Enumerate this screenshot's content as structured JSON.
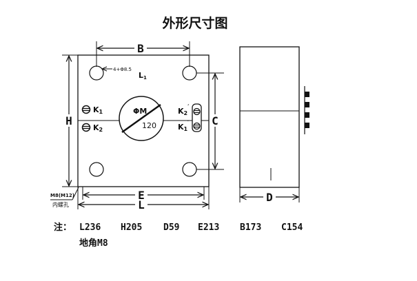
{
  "title": "外形尺寸图",
  "labels": {
    "B": "B",
    "H": "H",
    "C": "C",
    "E": "E",
    "L": "L",
    "D": "D",
    "hole_spec": "4+Φ8.5",
    "L1_main": "L",
    "L1_sub": "1",
    "K1_main": "K",
    "K1_sub": "1",
    "K2_main": "K",
    "K2_sub": "2",
    "K2p_main": "K",
    "K2p_sub": "2",
    "K2p_prime": "′",
    "K1p_main": "K",
    "K1p_sub": "1",
    "K1p_prime": "′",
    "meter_top": "ΦM",
    "meter_bottom": "120",
    "bolt_spec": "M8(M12)",
    "bolt_desc": "内螺孔"
  },
  "note": {
    "prefix": "注：",
    "items": [
      "L236",
      "H205",
      "D59",
      "E213",
      "B173",
      "C154"
    ],
    "line2": "地角M8"
  }
}
